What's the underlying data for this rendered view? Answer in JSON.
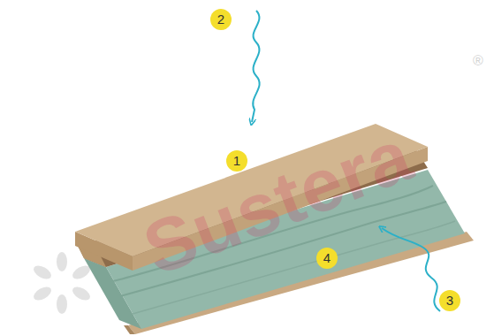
{
  "diagram": {
    "labels": [
      "2",
      "1",
      "4",
      "3",
      "Sustera",
      "®"
    ]
  }
}
